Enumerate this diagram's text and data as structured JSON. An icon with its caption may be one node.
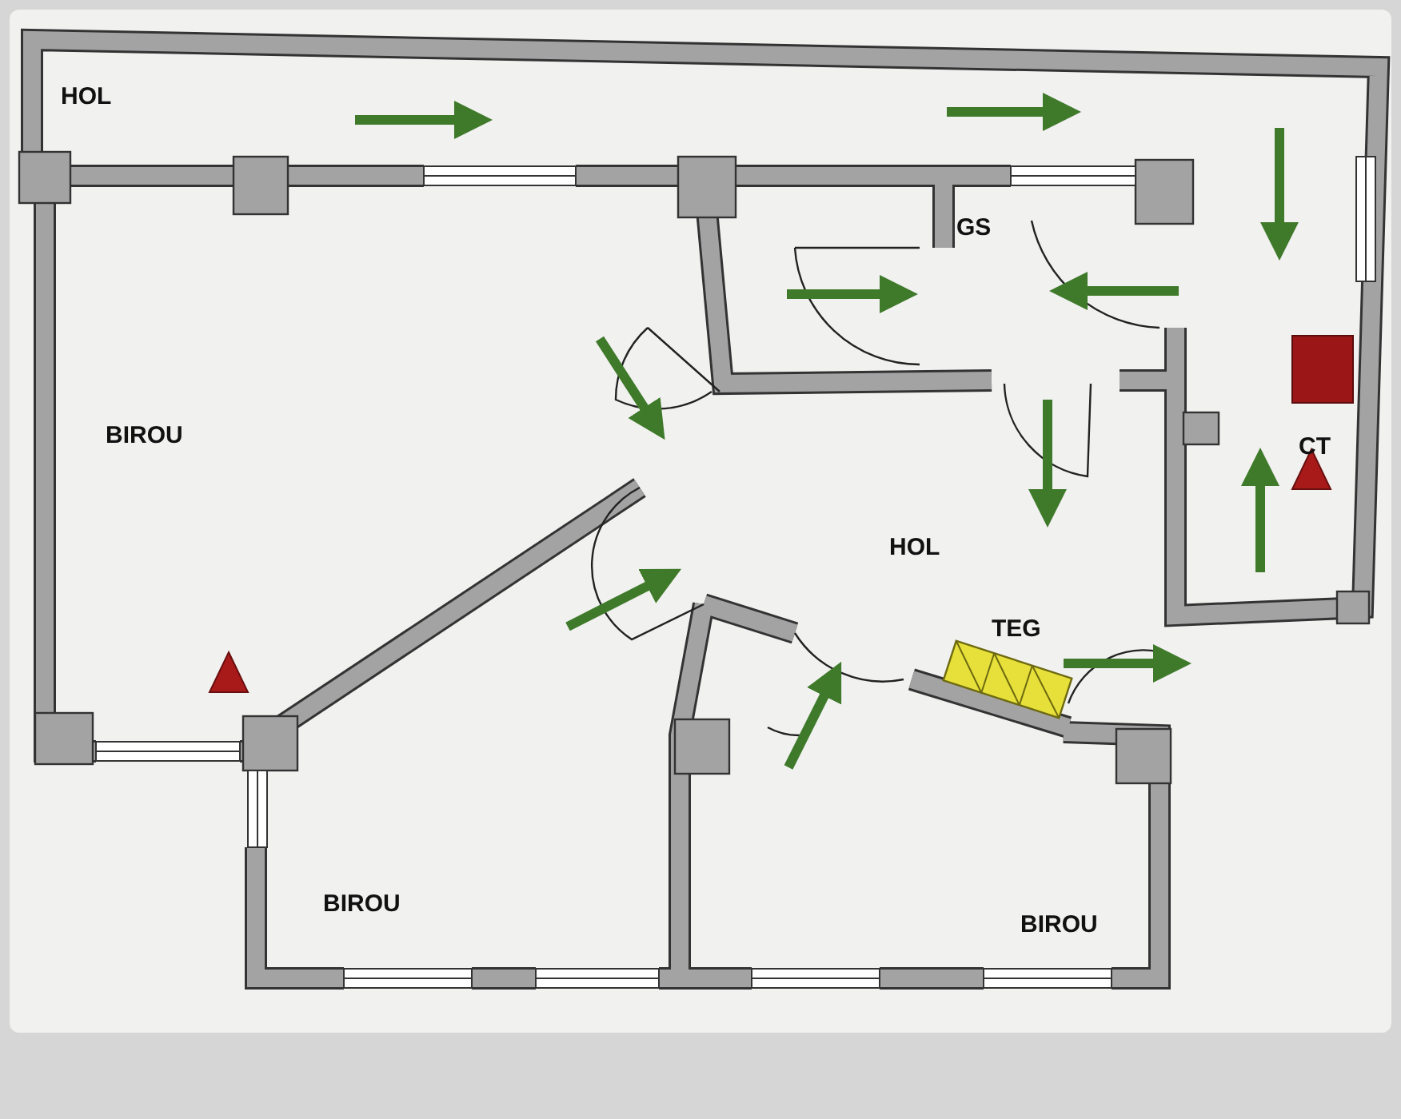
{
  "diagram": {
    "labels": [
      "HOL",
      "GS",
      "BIROU",
      "CT",
      "HOL",
      "TEG",
      "BIROU",
      "BIROU"
    ]
  }
}
